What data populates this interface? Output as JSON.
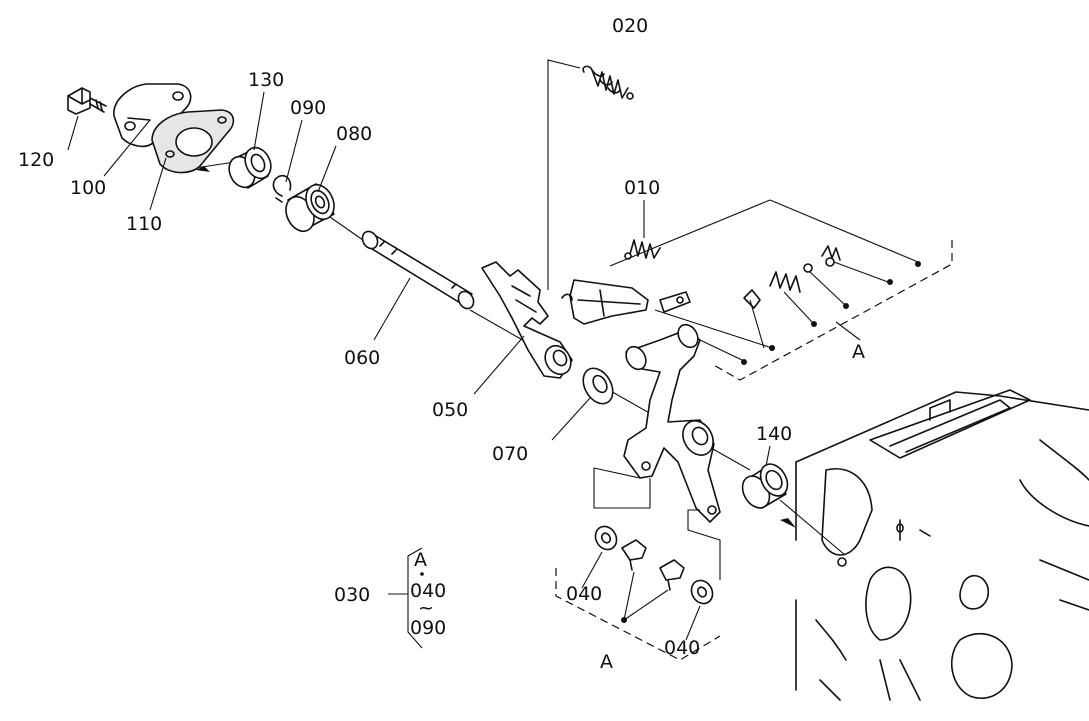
{
  "callouts": {
    "p020": "020",
    "p010": "010",
    "p130": "130",
    "p090": "090",
    "p080": "080",
    "p120": "120",
    "p100": "100",
    "p110": "110",
    "p060": "060",
    "p050": "050",
    "p070": "070",
    "p140": "140",
    "p040a": "040",
    "p040b": "040",
    "ref_a1": "A",
    "ref_a2": "A"
  },
  "legend": {
    "assembly": "030",
    "ref": "A",
    "from": "040",
    "tilde": "~",
    "to": "090"
  }
}
